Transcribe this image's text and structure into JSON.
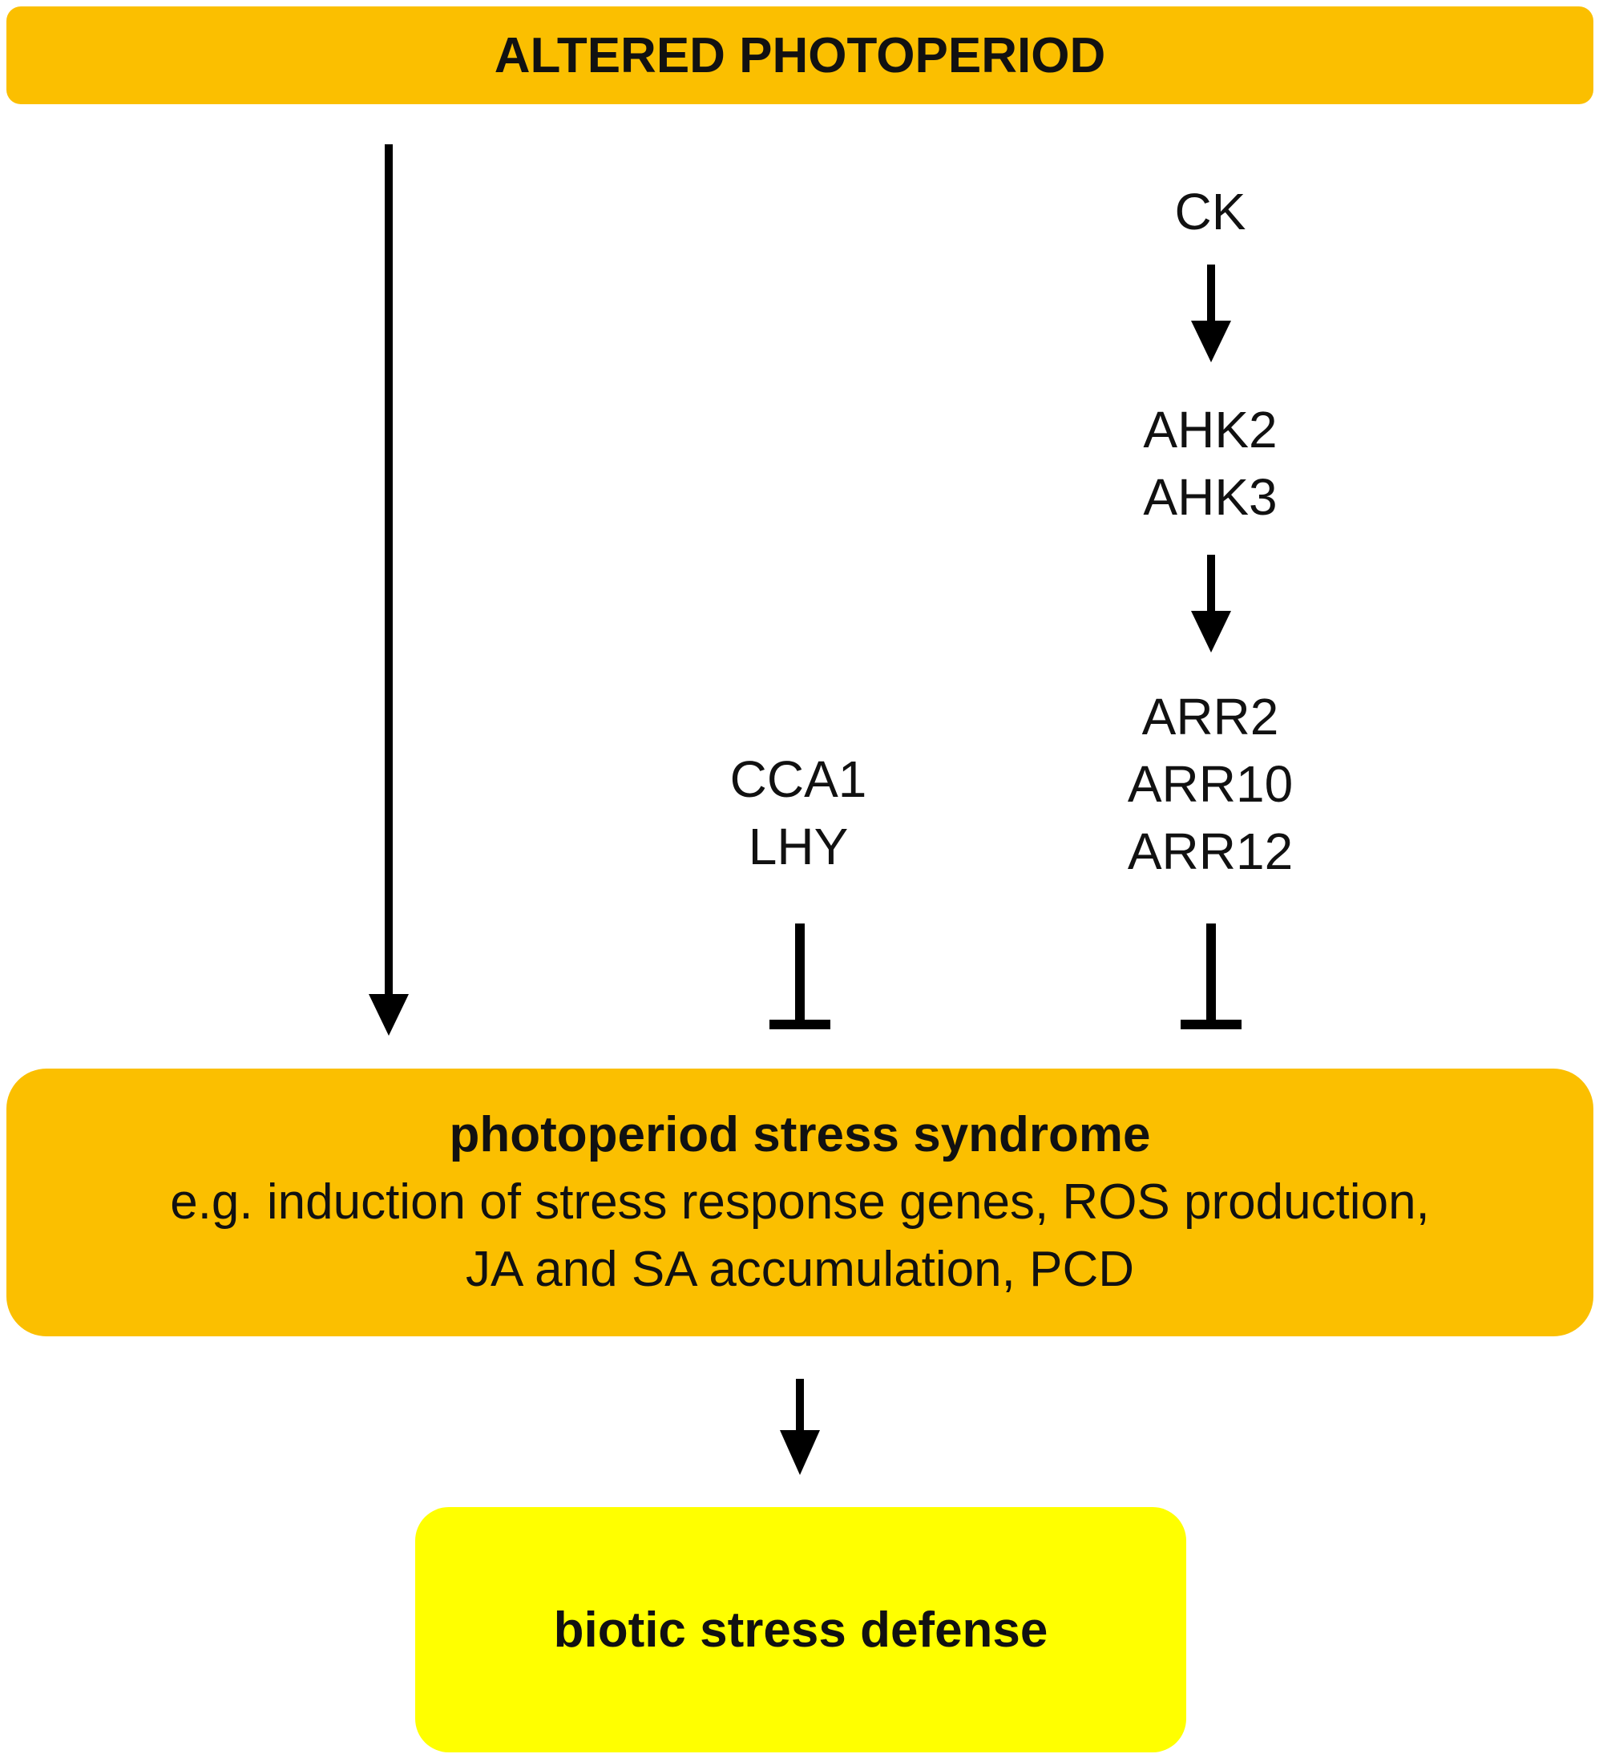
{
  "colors": {
    "top_box": "#fbbf00",
    "stress_box": "#fbbf00",
    "defense_box": "#ffff00",
    "arrow": "#000000"
  },
  "nodes": {
    "altered_photoperiod": "ALTERED PHOTOPERIOD",
    "ck": "CK",
    "ahk": [
      "AHK2",
      "AHK3"
    ],
    "arr": [
      "ARR2",
      "ARR10",
      "ARR12"
    ],
    "cca1_lhy": [
      "CCA1",
      "LHY"
    ],
    "stress_syndrome": {
      "title": "photoperiod stress syndrome",
      "lines": [
        "e.g. induction of stress response genes, ROS production,",
        "JA and SA accumulation, PCD"
      ]
    },
    "biotic_defense": "biotic stress defense"
  },
  "edges": [
    {
      "from": "altered_photoperiod",
      "to": "stress_syndrome",
      "type": "activation"
    },
    {
      "from": "ck",
      "to": "ahk",
      "type": "activation"
    },
    {
      "from": "ahk",
      "to": "arr",
      "type": "activation"
    },
    {
      "from": "cca1_lhy",
      "to": "stress_syndrome",
      "type": "inhibition"
    },
    {
      "from": "arr",
      "to": "stress_syndrome",
      "type": "inhibition"
    },
    {
      "from": "stress_syndrome",
      "to": "biotic_defense",
      "type": "activation"
    }
  ]
}
